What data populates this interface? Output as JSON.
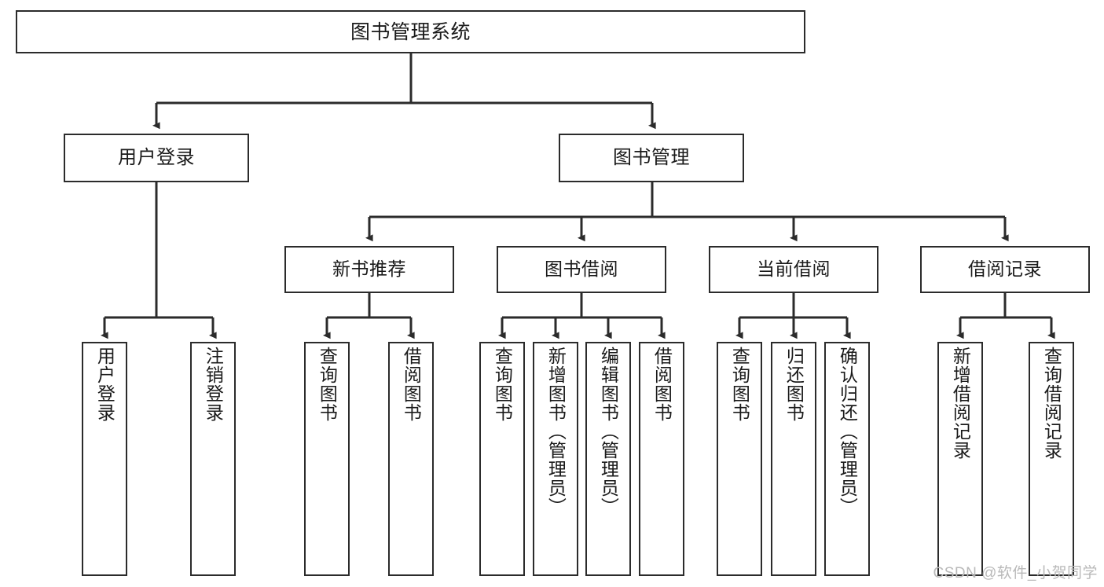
{
  "diagram": {
    "title": "图书管理系统",
    "watermark": "CSDN @软件_小贺同学",
    "colors": {
      "stroke": "#2b2b2b",
      "fill": "#ffffff",
      "text": "#1a1a1a",
      "watermark": "#b9b9b9",
      "background": "#ffffff"
    },
    "nodes": {
      "root": {
        "label": "图书管理系统"
      },
      "user_login": {
        "label": "用户登录"
      },
      "book_manage": {
        "label": "图书管理"
      },
      "new_book_rec": {
        "label": "新书推荐"
      },
      "book_borrow": {
        "label": "图书借阅"
      },
      "current_borrow": {
        "label": "当前借阅"
      },
      "borrow_record": {
        "label": "借阅记录"
      },
      "leaf_user_login": {
        "label": "用户登录"
      },
      "leaf_logout": {
        "label": "注销登录"
      },
      "leaf_query_book_a": {
        "label": "查询图书"
      },
      "leaf_borrow_book_a": {
        "label": "借阅图书"
      },
      "leaf_query_book_b": {
        "label": "查询图书"
      },
      "leaf_add_book_admin": {
        "label": "新增图书（管理员）"
      },
      "leaf_edit_book_admin": {
        "label": "编辑图书（管理员）"
      },
      "leaf_borrow_book_b": {
        "label": "借阅图书"
      },
      "leaf_query_book_c": {
        "label": "查询图书"
      },
      "leaf_return_book": {
        "label": "归还图书"
      },
      "leaf_confirm_return_admin": {
        "label": "确认归还（管理员）"
      },
      "leaf_add_record": {
        "label": "新增借阅记录"
      },
      "leaf_query_record": {
        "label": "查询借阅记录"
      }
    },
    "hierarchy": {
      "root": "图书管理系统",
      "children": [
        {
          "label": "用户登录",
          "children": [
            {
              "label": "用户登录"
            },
            {
              "label": "注销登录"
            }
          ]
        },
        {
          "label": "图书管理",
          "children": [
            {
              "label": "新书推荐",
              "children": [
                {
                  "label": "查询图书"
                },
                {
                  "label": "借阅图书"
                }
              ]
            },
            {
              "label": "图书借阅",
              "children": [
                {
                  "label": "查询图书"
                },
                {
                  "label": "新增图书（管理员）"
                },
                {
                  "label": "编辑图书（管理员）"
                },
                {
                  "label": "借阅图书"
                }
              ]
            },
            {
              "label": "当前借阅",
              "children": [
                {
                  "label": "查询图书"
                },
                {
                  "label": "归还图书"
                },
                {
                  "label": "确认归还（管理员）"
                }
              ]
            },
            {
              "label": "借阅记录",
              "children": [
                {
                  "label": "新增借阅记录"
                },
                {
                  "label": "查询借阅记录"
                }
              ]
            }
          ]
        }
      ]
    }
  }
}
